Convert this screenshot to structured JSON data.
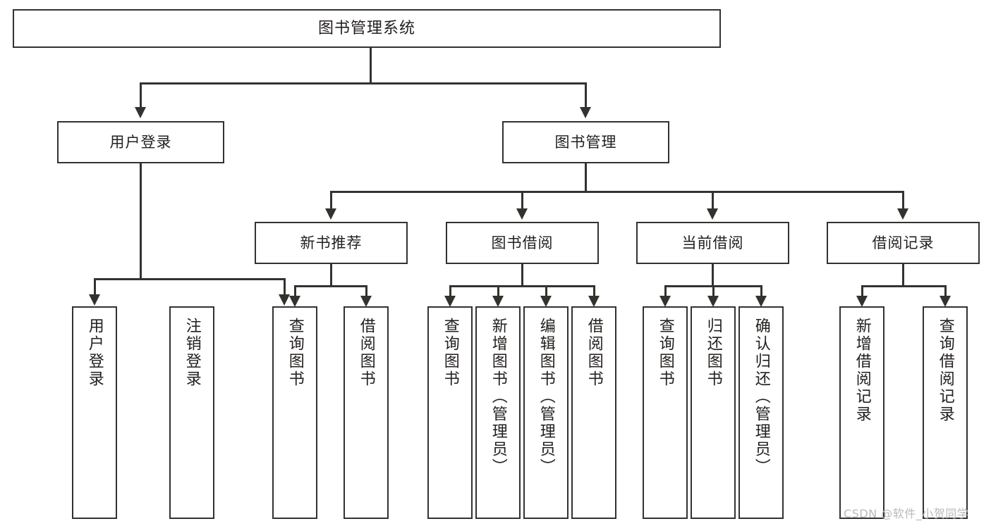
{
  "diagram": {
    "type": "tree",
    "title": "图书管理系统",
    "watermark": "CSDN @软件_小贺同学",
    "colors": {
      "stroke": "#33322f",
      "box_fill": "#ffffff",
      "text": "#23201e",
      "watermark": "#b9b9b9",
      "background": "#ffffff"
    },
    "nodes": {
      "root": {
        "label": "图书管理系统"
      },
      "level2": [
        {
          "label": "用户登录"
        },
        {
          "label": "图书管理"
        }
      ],
      "level3": [
        {
          "label": "新书推荐"
        },
        {
          "label": "图书借阅"
        },
        {
          "label": "当前借阅"
        },
        {
          "label": "借阅记录"
        }
      ],
      "leaves": {
        "user_login": [
          {
            "label": "用户登录"
          },
          {
            "label": "注销登录"
          }
        ],
        "new_book_recommend": [
          {
            "label": "查询图书"
          },
          {
            "label": "借阅图书"
          }
        ],
        "book_borrow": [
          {
            "label": "查询图书"
          },
          {
            "label": "新增图书（管理员）"
          },
          {
            "label": "编辑图书（管理员）"
          },
          {
            "label": "借阅图书"
          }
        ],
        "current_borrow": [
          {
            "label": "查询图书"
          },
          {
            "label": "归还图书"
          },
          {
            "label": "确认归还（管理员）"
          }
        ],
        "borrow_record": [
          {
            "label": "新增借阅记录"
          },
          {
            "label": "查询借阅记录"
          }
        ]
      }
    }
  }
}
